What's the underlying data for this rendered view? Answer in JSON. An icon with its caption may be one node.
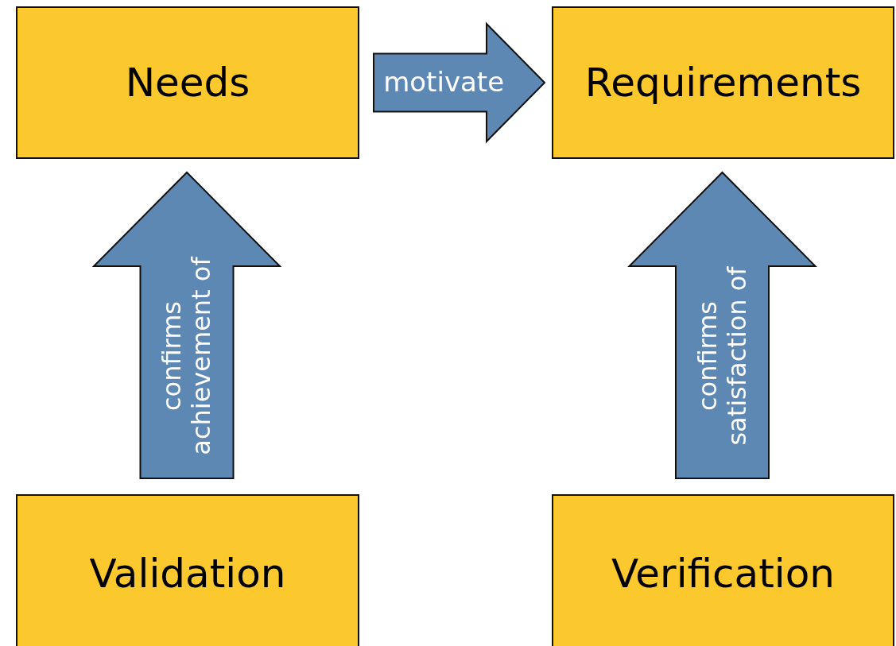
{
  "diagram": {
    "nodes": [
      {
        "text": [
          "Needs"
        ]
      },
      {
        "text": [
          "Requirements"
        ]
      },
      {
        "text": [
          "Validation"
        ]
      },
      {
        "text": [
          "Verification"
        ]
      }
    ],
    "edges": [
      {
        "from": 0,
        "to": 1,
        "arrow": "to",
        "label": "motivate",
        "style": "thick"
      },
      {
        "from": 2,
        "to": 0,
        "arrow": "to",
        "label": "confirms achievement of",
        "style": "thick"
      },
      {
        "from": 3,
        "to": 1,
        "arrow": "to",
        "label": "confirms satisfaction of",
        "style": "thick"
      }
    ]
  }
}
